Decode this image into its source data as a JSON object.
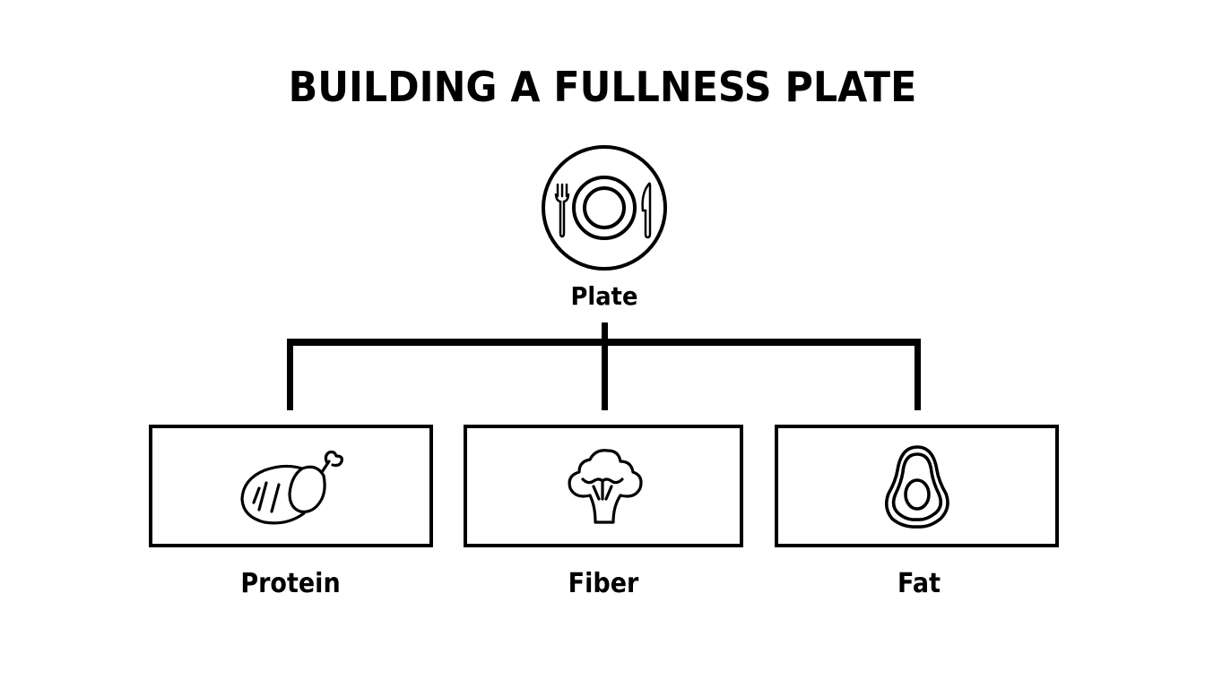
{
  "title": "BUILDING A FULLNESS PLATE",
  "root": {
    "label": "Plate",
    "icon": "plate-with-fork-and-knife-icon"
  },
  "children": [
    {
      "label": "Protein",
      "icon": "chicken-drumstick-icon"
    },
    {
      "label": "Fiber",
      "icon": "broccoli-icon"
    },
    {
      "label": "Fat",
      "icon": "avocado-icon"
    }
  ],
  "colors": {
    "background": "#ffffff",
    "stroke": "#000000"
  }
}
